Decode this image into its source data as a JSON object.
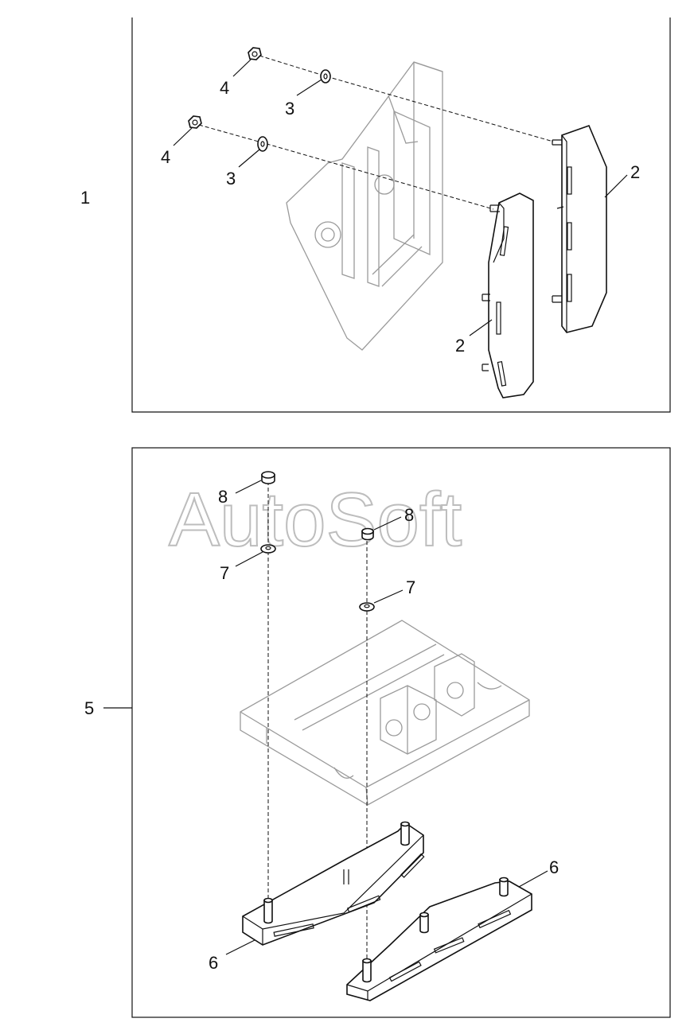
{
  "watermark": "AutoSoft",
  "groups": [
    {
      "label": "1",
      "callouts": [
        {
          "label": "4"
        },
        {
          "label": "3"
        },
        {
          "label": "4"
        },
        {
          "label": "3"
        },
        {
          "label": "2"
        },
        {
          "label": "2"
        }
      ]
    },
    {
      "label": "5",
      "callouts": [
        {
          "label": "8"
        },
        {
          "label": "8"
        },
        {
          "label": "7"
        },
        {
          "label": "7"
        },
        {
          "label": "6"
        },
        {
          "label": "6"
        }
      ]
    }
  ],
  "colors": {
    "line": "#111111",
    "ghost": "#9a9a9a",
    "watermark": "#bdbdbd"
  }
}
